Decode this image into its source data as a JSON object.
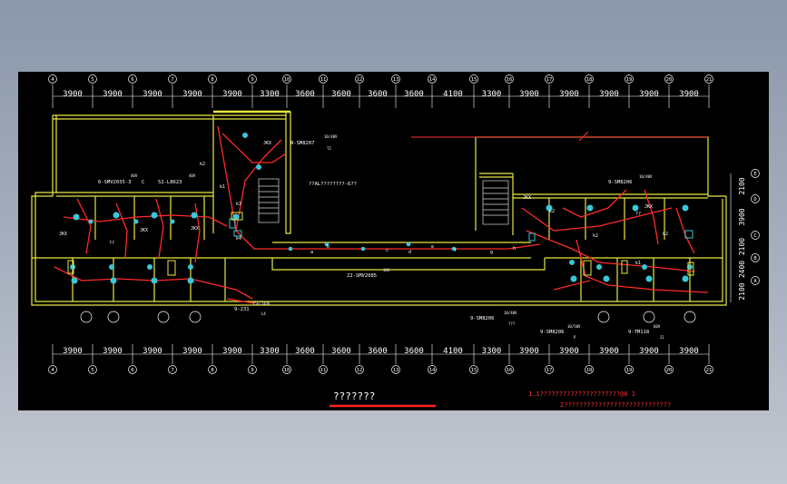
{
  "drawing": {
    "background": "#000000",
    "colors": {
      "wall": "#e8e840",
      "wire": "#ff2a2a",
      "device": "#39c8d8",
      "text": "#ffffff",
      "axis": "#ffffff",
      "title_underline": "#ff2020"
    },
    "axis_top": [
      "4",
      "5",
      "6",
      "7",
      "8",
      "9",
      "10",
      "11",
      "12",
      "13",
      "14",
      "15",
      "16",
      "17",
      "18",
      "19",
      "20",
      "21"
    ],
    "axis_bottom": [
      "4",
      "5",
      "6",
      "7",
      "8",
      "9",
      "10",
      "11",
      "12",
      "13",
      "14",
      "15",
      "16",
      "17",
      "18",
      "19",
      "20",
      "21"
    ],
    "dims_top": [
      "3900",
      "3900",
      "3900",
      "3900",
      "3900",
      "3300",
      "3600",
      "3600",
      "3600",
      "3600",
      "4100",
      "3300",
      "3900",
      "3900",
      "3900",
      "3900",
      "3900"
    ],
    "dims_bottom": [
      "3900",
      "3900",
      "3900",
      "3900",
      "3900",
      "3300",
      "3600",
      "3600",
      "3600",
      "3600",
      "4100",
      "3300",
      "3900",
      "3900",
      "3900",
      "3900",
      "3900"
    ],
    "axis_right": [
      "E",
      "D",
      "C",
      "B",
      "A"
    ],
    "dims_right": [
      "2100",
      "3900",
      "2100",
      "2400",
      "2100"
    ],
    "circuit_labels": {
      "c1": "6-SMV2035-3",
      "c1_sup": "40V",
      "c1_suffix": "C",
      "c2": "52-L8623",
      "c2_sup": "40V",
      "c3": "N-SM8207",
      "c3_sup": "10/40V",
      "c3_sub": "T2",
      "c4": "22-SMV2085",
      "c4_sup": "16V",
      "c5": "9-231",
      "c5_sup": "15V/24OV",
      "c5_sub": "L4",
      "c6": "9-SM8206",
      "c6_sup": "10/40V",
      "c6_sub": "???",
      "c7": "9-SM8206",
      "c7_sup": "10/40V",
      "c8": "9-SM8206",
      "c8_sup": "10/50V",
      "c8_sub": "P",
      "c9": "9-TM118",
      "c9_sup": "60V",
      "c9_sub": "21",
      "c10": "??AL????????-6??"
    },
    "room_tags": [
      "JKX",
      "JKX",
      "JKX",
      "JKX",
      "JKX",
      "JKX"
    ],
    "small_labels": [
      "k2",
      "k1",
      "k3",
      "k4",
      "k2",
      "k2",
      "k1",
      "k2",
      "??",
      "??",
      "a",
      "b",
      "c",
      "d",
      "e",
      "f",
      "g",
      "h"
    ],
    "title": "???????",
    "notes": [
      "1.1?????????????????????@0  1",
      "2????????????????????????????"
    ]
  }
}
